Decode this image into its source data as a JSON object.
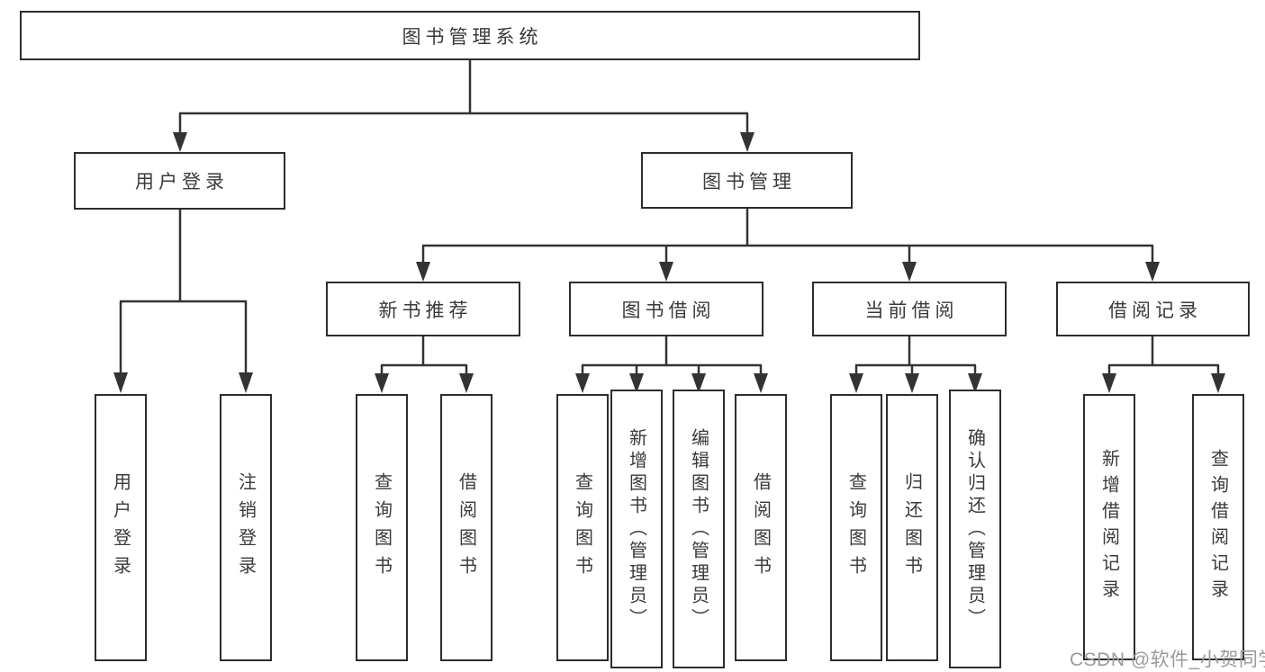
{
  "tree": {
    "root": "图书管理系统",
    "branches": [
      {
        "label": "用户登录",
        "children": [
          "用户登录",
          "注销登录"
        ]
      },
      {
        "label": "图书管理",
        "children": [
          {
            "label": "新书推荐",
            "children": [
              "查询图书",
              "借阅图书"
            ]
          },
          {
            "label": "图书借阅",
            "children": [
              "查询图书",
              "新增图书（管理员）",
              "编辑图书（管理员）",
              "借阅图书"
            ]
          },
          {
            "label": "当前借阅",
            "children": [
              "查询图书",
              "归还图书",
              "确认归还（管理员）"
            ]
          },
          {
            "label": "借阅记录",
            "children": [
              "新增借阅记录",
              "查询借阅记录"
            ]
          }
        ]
      }
    ]
  },
  "watermark": {
    "text": "CSDN @软件_小贺同学"
  },
  "colors": {
    "line": "#333333",
    "box_border": "#2d2d2d",
    "text": "#3a3a3a",
    "watermark": "#9b9b9b",
    "background": "#ffffff"
  }
}
